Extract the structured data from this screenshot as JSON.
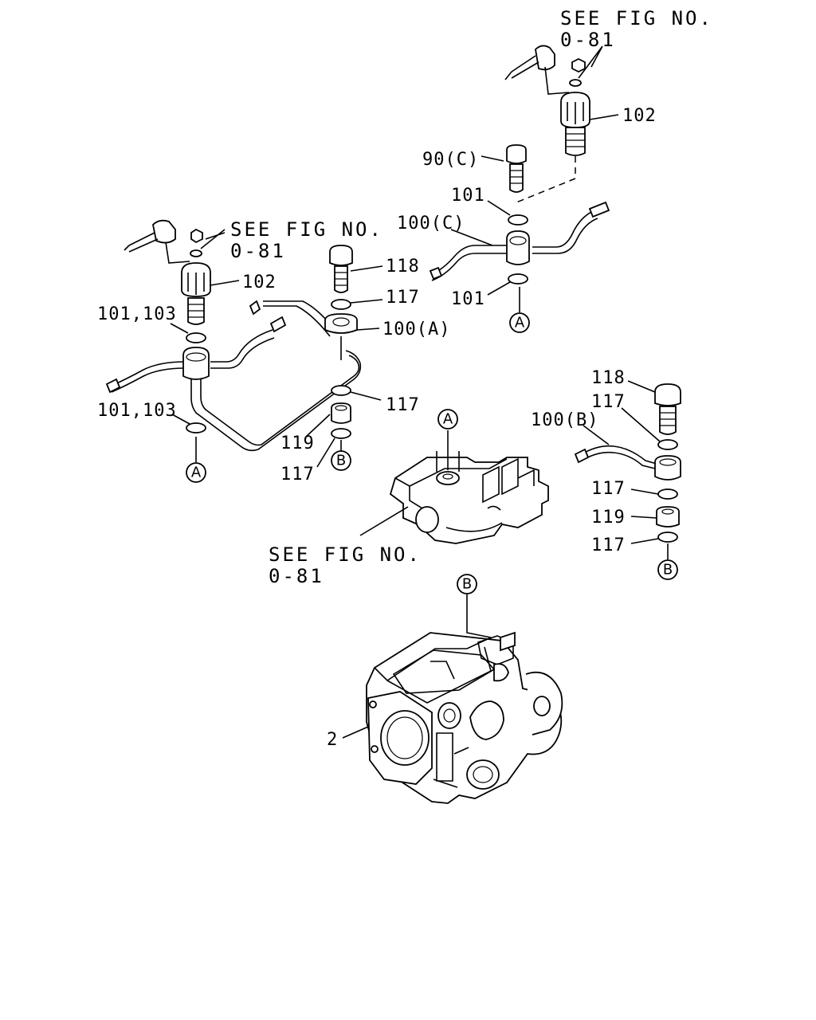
{
  "refs": {
    "top_right": [
      "SEE FIG NO.",
      "0-81"
    ],
    "left": [
      "SEE FIG NO.",
      "0-81"
    ],
    "center": [
      "SEE FIG NO.",
      "0-81"
    ]
  },
  "callouts": {
    "c102_right": "102",
    "c90c": "90(C)",
    "c101_upper": "101",
    "c100c": "100(C)",
    "c101_lower": "101",
    "c102_left": "102",
    "c101_103_upper": "101,103",
    "c118_left": "118",
    "c117_left_upper": "117",
    "c100a": "100(A)",
    "c117_left_mid": "117",
    "c101_103_lower": "101,103",
    "c119_left": "119",
    "c117_left_lower": "117",
    "c118_right": "118",
    "c117_right_upper": "117",
    "c100b": "100(B)",
    "c117_right_mid": "117",
    "c119_right": "119",
    "c117_right_lower": "117",
    "c2": "2"
  },
  "markers": {
    "A": "A",
    "B": "B"
  }
}
